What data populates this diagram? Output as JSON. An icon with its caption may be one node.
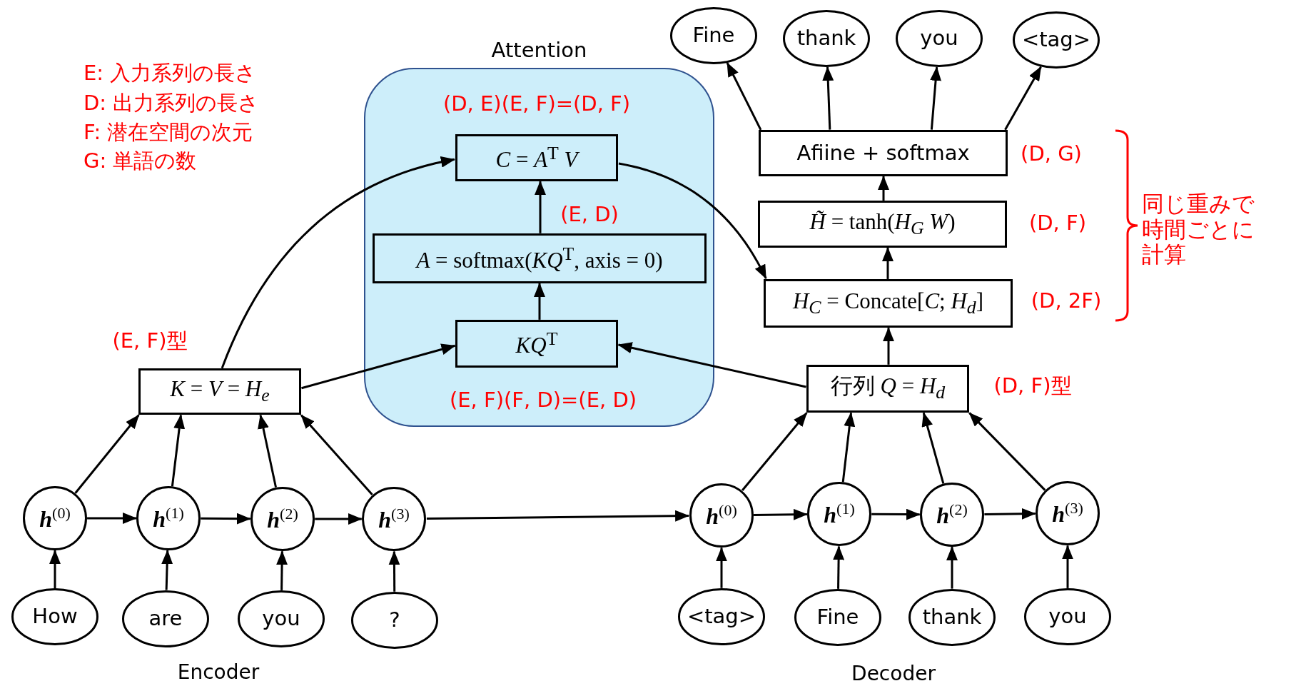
{
  "diagram": {
    "nodes": [
      {
        "text": [
          "Fine"
        ]
      },
      {
        "text": [
          "thank"
        ]
      },
      {
        "text": [
          "you"
        ]
      },
      {
        "text": [
          "<tag>"
        ]
      },
      {
        "text": [
          "Attention"
        ]
      },
      {
        "text": [
          "*C* = *A*$^{T}$ *V*"
        ],
        "in": 4
      },
      {
        "text": [
          "*A* = softmax(*KQ*$^{T}$, axis = 0)"
        ],
        "in": 4
      },
      {
        "text": [
          "*KQ*$^{T}$"
        ],
        "in": 4
      },
      {
        "text": [
          "Afiine + softmax"
        ],
        "beside": [
          "(D, G)"
        ]
      },
      {
        "text": [
          "*H̃* = tanh(*H*$_{G}$ *W*)"
        ],
        "beside": [
          "(D, F)"
        ]
      },
      {
        "text": [
          "*H*$_{C}$ = Concate[*C*; *H*$_{d}$]"
        ],
        "beside": [
          "(D, 2F)"
        ]
      },
      {
        "text": [
          "*K* = *V* = *H*$_{e}$"
        ],
        "beside": [
          "(E, F)型"
        ]
      },
      {
        "text": [
          "行列 *Q* = *H*$_{d}$"
        ],
        "beside": [
          "(D, F)型"
        ]
      },
      {
        "text": [
          "**h**$^{(0)}$"
        ]
      },
      {
        "text": [
          "**h**$^{(1)}$"
        ]
      },
      {
        "text": [
          "**h**$^{(2)}$"
        ]
      },
      {
        "text": [
          "**h**$^{(3)}$"
        ]
      },
      {
        "text": [
          "**h**$^{(0)}$"
        ]
      },
      {
        "text": [
          "**h**$^{(1)}$"
        ]
      },
      {
        "text": [
          "**h**$^{(2)}$"
        ]
      },
      {
        "text": [
          "**h**$^{(3)}$"
        ]
      },
      {
        "text": [
          "How"
        ]
      },
      {
        "text": [
          "are"
        ]
      },
      {
        "text": [
          "you"
        ]
      },
      {
        "text": [
          "?"
        ]
      },
      {
        "text": [
          "<tag>"
        ]
      },
      {
        "text": [
          "Fine"
        ]
      },
      {
        "text": [
          "thank"
        ]
      },
      {
        "text": [
          "you"
        ]
      }
    ],
    "edges": [
      {
        "from": 8,
        "to": 0,
        "arrow": "to"
      },
      {
        "from": 8,
        "to": 1,
        "arrow": "to"
      },
      {
        "from": 8,
        "to": 2,
        "arrow": "to"
      },
      {
        "from": 8,
        "to": 3,
        "arrow": "to"
      },
      {
        "from": 9,
        "to": 8,
        "arrow": "to"
      },
      {
        "from": 10,
        "to": 9,
        "arrow": "to"
      },
      {
        "from": 12,
        "to": 10,
        "arrow": "to"
      },
      {
        "from": 5,
        "to": 10,
        "arrow": "to"
      },
      {
        "from": 6,
        "to": 5,
        "arrow": "to"
      },
      {
        "from": 7,
        "to": 6,
        "arrow": "to"
      },
      {
        "from": 11,
        "to": 5,
        "arrow": "to"
      },
      {
        "from": 11,
        "to": 7,
        "arrow": "to"
      },
      {
        "from": 12,
        "to": 7,
        "arrow": "to"
      },
      {
        "from": 13,
        "to": 11,
        "arrow": "to"
      },
      {
        "from": 14,
        "to": 11,
        "arrow": "to"
      },
      {
        "from": 15,
        "to": 11,
        "arrow": "to"
      },
      {
        "from": 16,
        "to": 11,
        "arrow": "to"
      },
      {
        "from": 17,
        "to": 12,
        "arrow": "to"
      },
      {
        "from": 18,
        "to": 12,
        "arrow": "to"
      },
      {
        "from": 19,
        "to": 12,
        "arrow": "to"
      },
      {
        "from": 20,
        "to": 12,
        "arrow": "to"
      },
      {
        "from": 13,
        "to": 14,
        "arrow": "to"
      },
      {
        "from": 14,
        "to": 15,
        "arrow": "to"
      },
      {
        "from": 15,
        "to": 16,
        "arrow": "to"
      },
      {
        "from": 16,
        "to": 17,
        "arrow": "to"
      },
      {
        "from": 17,
        "to": 18,
        "arrow": "to"
      },
      {
        "from": 18,
        "to": 19,
        "arrow": "to"
      },
      {
        "from": 19,
        "to": 20,
        "arrow": "to"
      },
      {
        "from": 21,
        "to": 13,
        "arrow": "to"
      },
      {
        "from": 22,
        "to": 14,
        "arrow": "to"
      },
      {
        "from": 23,
        "to": 15,
        "arrow": "to"
      },
      {
        "from": 24,
        "to": 16,
        "arrow": "to"
      },
      {
        "from": 25,
        "to": 17,
        "arrow": "to"
      },
      {
        "from": 26,
        "to": 18,
        "arrow": "to"
      },
      {
        "from": 27,
        "to": 19,
        "arrow": "to"
      },
      {
        "from": 28,
        "to": 20,
        "arrow": "to"
      }
    ],
    "labels": [
      "E: 入力系列の長さ",
      "D: 出力系列の長さ",
      "F: 潜在空間の次元",
      "G: 単語の数",
      "(D, E)(E, F)=(D, F)",
      "(E, D)",
      "同じ重みで時間ごとに計算",
      "(E, F)(F, D)=(E, D)",
      "Encoder",
      "Decoder"
    ]
  }
}
